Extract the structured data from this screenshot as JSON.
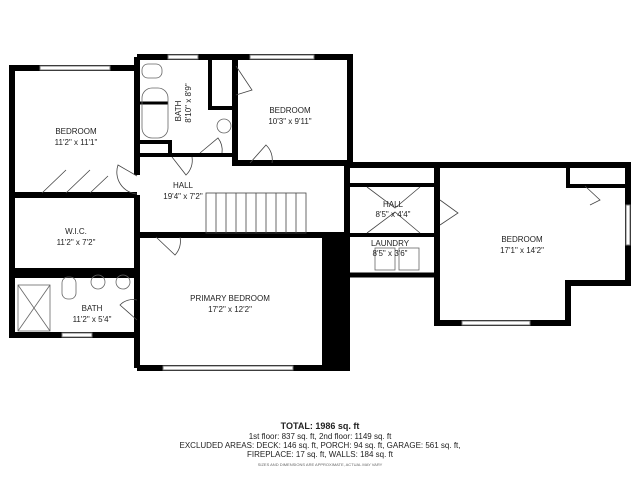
{
  "rooms": {
    "bedroom_left": {
      "name": "BEDROOM",
      "size": "11'2\" x 11'1\""
    },
    "bath_upper": {
      "name": "BATH",
      "size": "8'10\" x 8'9\""
    },
    "bedroom_upper": {
      "name": "BEDROOM",
      "size": "10'3\" x 9'11\""
    },
    "hall_main": {
      "name": "HALL",
      "size": "19'4\" x 7'2\""
    },
    "wic": {
      "name": "W.I.C.",
      "size": "11'2\" x 7'2\""
    },
    "hall_small": {
      "name": "HALL",
      "size": "8'5\" x 4'4\""
    },
    "laundry": {
      "name": "LAUNDRY",
      "size": "8'5\" x 3'6\""
    },
    "bedroom_right": {
      "name": "BEDROOM",
      "size": "17'1\" x 14'2\""
    },
    "bath_lower": {
      "name": "BATH",
      "size": "11'2\" x 5'4\""
    },
    "primary_bedroom": {
      "name": "PRIMARY BEDROOM",
      "size": "17'2\" x 12'2\""
    }
  },
  "summary": {
    "total": "TOTAL: 1986 sq. ft",
    "floors": "1st floor: 837 sq. ft, 2nd floor: 1149 sq. ft",
    "excluded": "EXCLUDED AREAS: DECK: 146 sq. ft, PORCH: 94 sq. ft, GARAGE: 561 sq. ft,",
    "excluded2": "FIREPLACE: 17 sq. ft, WALLS: 184 sq. ft",
    "disclaimer": "SIZES AND DIMENSIONS ARE APPROXIMATE, ACTUAL MAY VARY"
  },
  "colors": {
    "wall": "#000000",
    "fixture": "#555555"
  }
}
